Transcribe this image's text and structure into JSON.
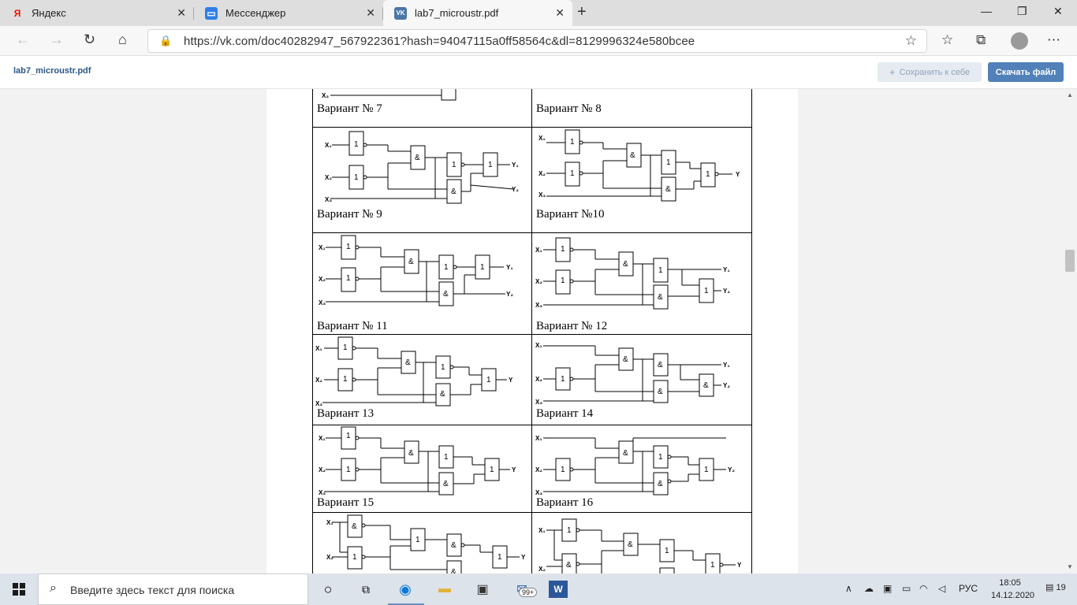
{
  "tabs": [
    {
      "title": "Яндекс",
      "favicon": "Я"
    },
    {
      "title": "Мессенджер",
      "favicon": "msg"
    },
    {
      "title": "lab7_microustr.pdf",
      "favicon": "vk"
    }
  ],
  "address": {
    "url": "https://vk.com/doc40282947_567922361?hash=94047115a0ff58564c&dl=8129996324e580bcee"
  },
  "doc": {
    "name": "lab7_microustr.pdf",
    "save_label": "Сохранить к себе",
    "download_label": "Скачать файл"
  },
  "variants": [
    "Вариант № 7",
    "Вариант № 8",
    "Вариант № 9",
    "Вариант №10",
    "Вариант № 11",
    "Вариант № 12",
    "Вариант 13",
    "Вариант 14",
    "Вариант 15",
    "Вариант 16"
  ],
  "taskbar": {
    "search_placeholder": "Введите здесь текст для поиска",
    "mail_badge": "99+",
    "lang": "РУС",
    "time": "18:05",
    "date": "14.12.2020",
    "notifications": "19"
  },
  "colors": {
    "vk_blue": "#5181b8",
    "link": "#2a5885"
  }
}
